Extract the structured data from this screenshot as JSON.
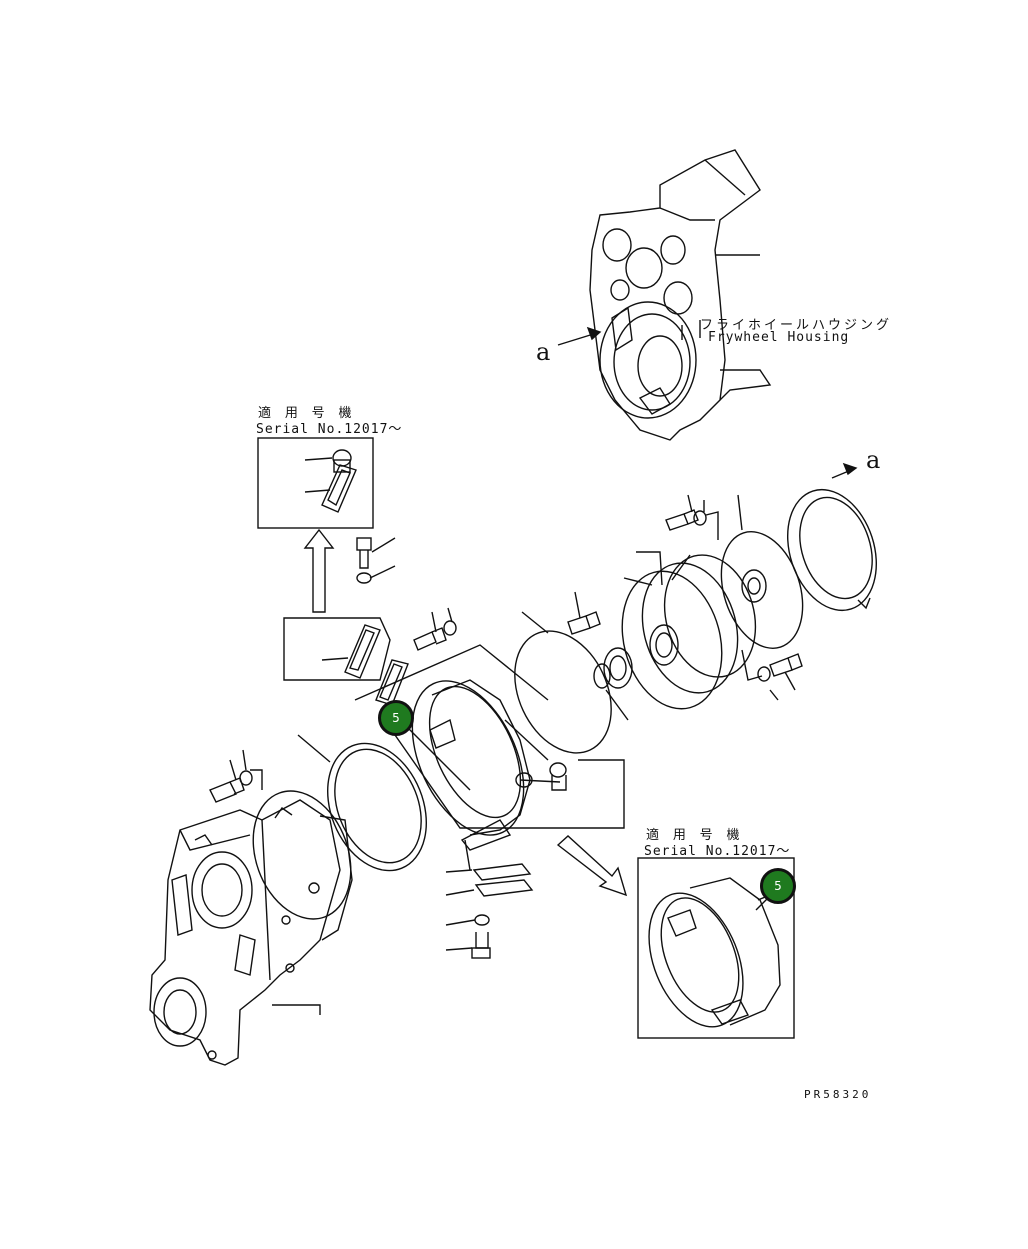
{
  "labels": {
    "flywheel_housing_jp": "フライホイールハウジング",
    "flywheel_housing_en": "Frywheel Housing",
    "ref_arrow": "a",
    "serial_left_jp": "適 用 号 機",
    "serial_left_en": "Serial No.12017～",
    "serial_right_jp": "適 用 号 機",
    "serial_right_en": "Serial No.12017～",
    "drawing_code": "PR58320"
  },
  "callouts": [
    {
      "label": "5"
    },
    {
      "label": "5"
    }
  ],
  "colors": {
    "line": "#111111",
    "callout_fill": "#1f7a1f",
    "background": "#ffffff"
  }
}
